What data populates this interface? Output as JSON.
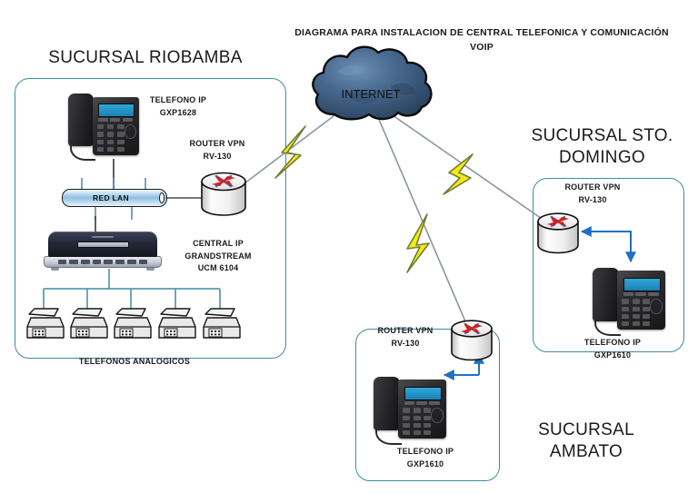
{
  "diagram": {
    "title": "DIAGRAMA PARA INSTALACION DE CENTRAL TELEFONICA Y COMUNICACIÓN VOIP",
    "title_line1": "DIAGRAMA PARA INSTALACION DE CENTRAL TELEFONICA Y COMUNICACIÓN",
    "title_line2": "VOIP",
    "background_color": "#ffffff",
    "panel_border_color": "#3f8ba4",
    "link_line_color": "#7f8f99",
    "lan_link_color": "#3f8ba4",
    "arrow_color": "#1f6fc4",
    "bolt_fill_color": "#f5ea18",
    "bolt_stroke_color": "#6e7a35",
    "cloud_color": "#3f5f80"
  },
  "cloud": {
    "label": "INTERNET",
    "icon": "cloud-icon"
  },
  "sites": [
    {
      "id": "riobamba",
      "title": "SUCURSAL RIOBAMBA",
      "devices": [
        {
          "id": "riobamba-ipphone",
          "icon": "ip-phone-icon",
          "label_line1": "TELEFONO IP",
          "label_line2": "GXP1628"
        },
        {
          "id": "riobamba-lan",
          "icon": "lan-bus-icon",
          "label": "RED LAN"
        },
        {
          "id": "riobamba-router",
          "icon": "router-icon",
          "label_line1": "ROUTER VPN",
          "label_line2": "RV-130"
        },
        {
          "id": "riobamba-pbx",
          "icon": "pbx-icon",
          "label_line1": "CENTRAL IP",
          "label_line2": "GRANDSTREAM",
          "label_line3": "UCM 6104"
        },
        {
          "id": "riobamba-analog",
          "icon": "analog-phone-icon",
          "label": "TELEFONOS ANALOGICOS",
          "count": 5
        }
      ]
    },
    {
      "id": "santo-domingo",
      "title_line1": "SUCURSAL STO.",
      "title_line2": "DOMINGO",
      "devices": [
        {
          "id": "sd-router",
          "icon": "router-icon",
          "label_line1": "ROUTER VPN",
          "label_line2": "RV-130"
        },
        {
          "id": "sd-ipphone",
          "icon": "ip-phone-icon",
          "label_line1": "TELEFONO IP",
          "label_line2": "GXP1610"
        }
      ]
    },
    {
      "id": "ambato",
      "title_line1": "SUCURSAL",
      "title_line2": "AMBATO",
      "devices": [
        {
          "id": "ambato-router",
          "icon": "router-icon",
          "label_line1": "ROUTER VPN",
          "label_line2": "RV-130"
        },
        {
          "id": "ambato-ipphone",
          "icon": "ip-phone-icon",
          "label_line1": "TELEFONO IP",
          "label_line2": "GXP1610"
        }
      ]
    }
  ],
  "links": [
    {
      "id": "link-riobamba-internet",
      "from": "riobamba-router",
      "to": "internet",
      "style": "vpn-lightning"
    },
    {
      "id": "link-ambato-internet",
      "from": "ambato-router",
      "to": "internet",
      "style": "vpn-lightning"
    },
    {
      "id": "link-sd-internet",
      "from": "sd-router",
      "to": "internet",
      "style": "vpn-lightning"
    }
  ]
}
